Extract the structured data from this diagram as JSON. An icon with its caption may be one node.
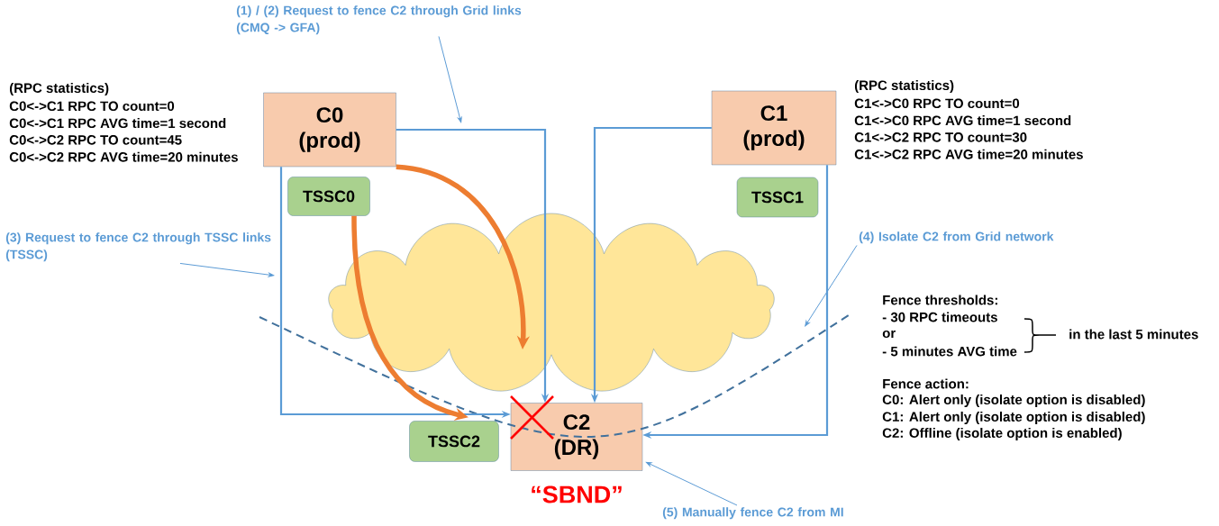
{
  "diagram": {
    "nodes": [
      {
        "text": [
          "C0 (prod)"
        ],
        "beside": [
          "(RPC statistics)",
          "C0<->C1 RPC TO count=0",
          "C0<->C1 RPC AVG time=1 second",
          "C0<->C2 RPC TO count=45",
          "C0<->C2 RPC AVG time=20 minutes"
        ]
      },
      {
        "text": [
          "C1 (prod)"
        ],
        "beside": [
          "(RPC statistics)",
          "C1<->C0 RPC TO count=0",
          "C1<->C0 RPC AVG time=1 second",
          "C1<->C2 RPC TO count=30",
          "C1<->C2 RPC AVG time=20 minutes"
        ]
      },
      {
        "text": [
          "TSSC0"
        ]
      },
      {
        "text": [
          "TSSC1"
        ]
      },
      {
        "text": [
          "TSSC2"
        ]
      },
      {
        "text": [
          "C2 (DR)"
        ],
        "beside": [
          "“SBND”"
        ]
      },
      {
        "text": [
          "(1) / (2) Request to fence C2 through Grid links (CMQ -> GFA)"
        ]
      },
      {
        "text": [
          "(3) Request to fence C2 through TSSC links (TSSC)"
        ]
      },
      {
        "text": [
          "(4) Isolate C2 from Grid network"
        ]
      },
      {
        "text": [
          "(5) Manually fence C2 from MI"
        ]
      }
    ],
    "edges": [
      {
        "from": 0,
        "to": 5,
        "arrow": "to"
      },
      {
        "from": 1,
        "to": 5,
        "arrow": "to"
      },
      {
        "from": 0,
        "to": 5,
        "arrow": "to"
      },
      {
        "from": 1,
        "to": 5,
        "arrow": "to"
      },
      {
        "from": 0,
        "to": null,
        "arrow": "to",
        "style": "thick",
        "color": "#ed7d31"
      },
      {
        "from": 2,
        "to": 4,
        "arrow": "to",
        "style": "thick",
        "color": "#ed7d31"
      },
      {
        "from": 6,
        "to": null,
        "arrow": "to"
      },
      {
        "from": 7,
        "to": null,
        "arrow": "to"
      },
      {
        "from": 8,
        "to": null,
        "arrow": "to"
      },
      {
        "from": 9,
        "to": 5,
        "arrow": "to"
      }
    ],
    "labels": [
      "Fence thresholds:",
      "- 30 RPC timeouts",
      "or",
      "- 5 minutes AVG time",
      "in the last 5 minutes",
      "Fence action:",
      "C0: Alert only (isolate option is disabled)",
      "C1: Alert only (isolate option is disabled)",
      "C2: Offline (isolate option is enabled)"
    ]
  }
}
